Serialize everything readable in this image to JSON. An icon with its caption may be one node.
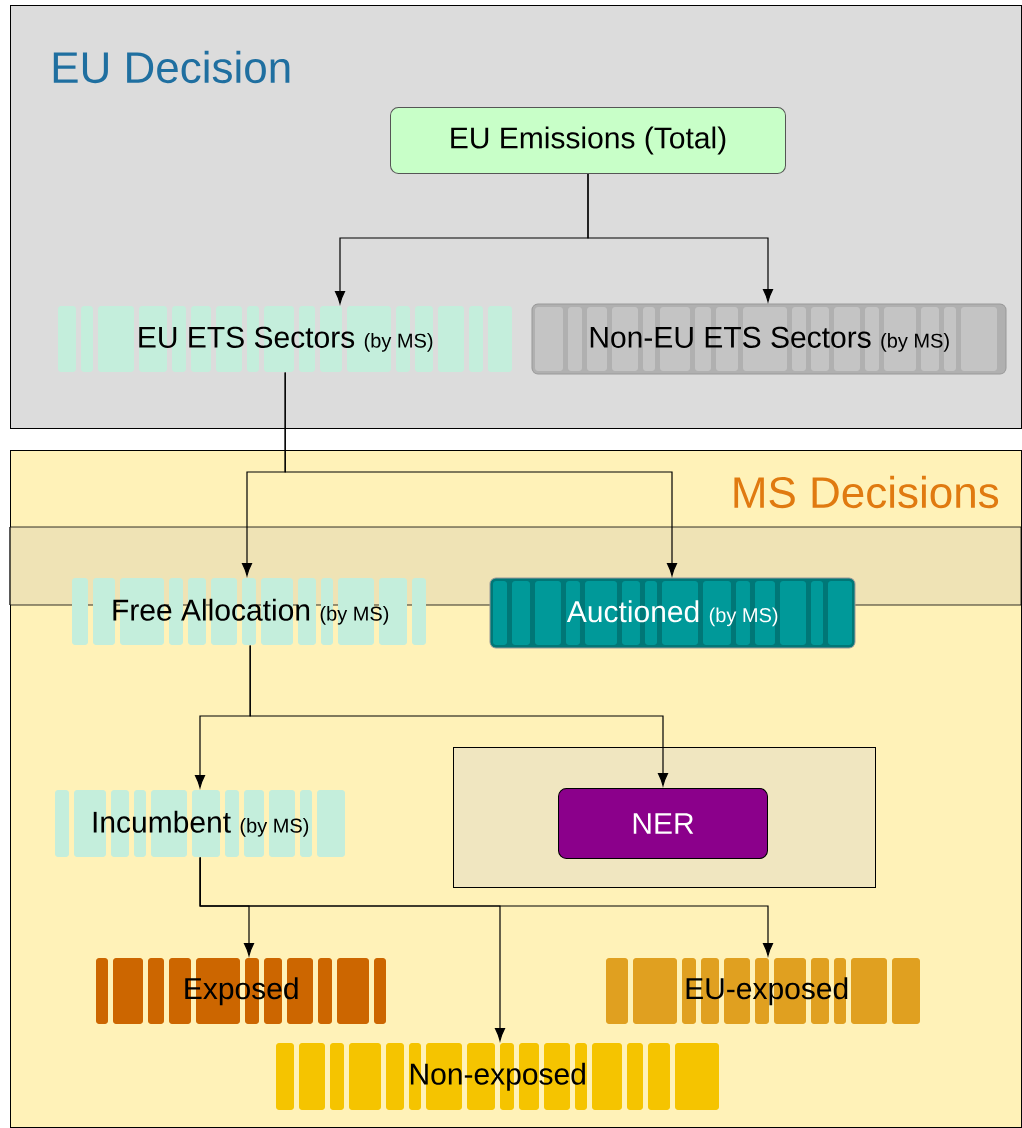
{
  "diagram": {
    "nodes": [
      {
        "text": [
          "EU Decision"
        ]
      },
      {
        "text": [
          "EU Emissions (Total)"
        ],
        "in": 0
      },
      {
        "text": [
          "EU ETS Sectors",
          "(by MS)"
        ],
        "in": 0
      },
      {
        "text": [
          "Non-EU ETS Sectors",
          "(by MS)"
        ],
        "in": 0
      },
      {
        "text": [
          "MS Decisions"
        ]
      },
      {
        "text": [
          "Free Allocation",
          "(by MS)"
        ],
        "in": 4
      },
      {
        "text": [
          "Auctioned",
          "(by MS)"
        ],
        "in": 4
      },
      {
        "text": [
          "Incumbent",
          "(by MS)"
        ],
        "in": 4
      },
      {
        "text": [],
        "shape": "box",
        "in": 4
      },
      {
        "text": [
          "NER"
        ],
        "in": 8
      },
      {
        "text": [
          "Exposed"
        ],
        "in": 4
      },
      {
        "text": [
          "EU-exposed"
        ],
        "in": 4
      },
      {
        "text": [
          "Non-exposed"
        ],
        "in": 4
      }
    ],
    "edges": [
      {
        "from": 1,
        "to": 2,
        "arrow": "to"
      },
      {
        "from": 1,
        "to": 3,
        "arrow": "to"
      },
      {
        "from": 2,
        "to": 5,
        "arrow": "to"
      },
      {
        "from": 2,
        "to": 6,
        "arrow": "to"
      },
      {
        "from": 5,
        "to": 7,
        "arrow": "to"
      },
      {
        "from": 5,
        "to": 9,
        "arrow": "to"
      },
      {
        "from": 7,
        "to": 10,
        "arrow": "to"
      },
      {
        "from": 7,
        "to": 12,
        "arrow": "to"
      },
      {
        "from": 7,
        "to": 11,
        "arrow": "to"
      }
    ]
  }
}
